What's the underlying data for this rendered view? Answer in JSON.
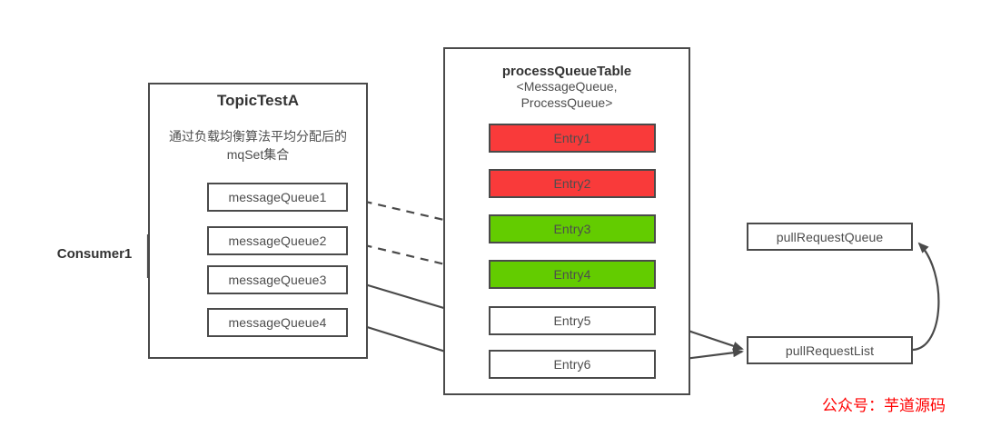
{
  "diagram": {
    "consumer_label": "Consumer1",
    "watermark": "公众号：芋道源码",
    "topic": {
      "title": "TopicTestA",
      "subtitle": "通过负载均衡算法平均分配后的\nmqSet集合",
      "queues": [
        {
          "label": "messageQueue1"
        },
        {
          "label": "messageQueue2"
        },
        {
          "label": "messageQueue3"
        },
        {
          "label": "messageQueue4"
        }
      ]
    },
    "process_queue_table": {
      "title": "processQueueTable",
      "generic": "<MessageQueue,\nProcessQueue>",
      "entries": [
        {
          "label": "Entry1",
          "color": "#f93a3a",
          "state": "red"
        },
        {
          "label": "Entry2",
          "color": "#f93a3a",
          "state": "red"
        },
        {
          "label": "Entry3",
          "color": "#63cc00",
          "state": "green"
        },
        {
          "label": "Entry4",
          "color": "#63cc00",
          "state": "green"
        },
        {
          "label": "Entry5",
          "color": "#ffffff",
          "state": "white"
        },
        {
          "label": "Entry6",
          "color": "#ffffff",
          "state": "white"
        }
      ]
    },
    "pull_request": {
      "queue_label": "pullRequestQueue",
      "list_label": "pullRequestList"
    },
    "colors": {
      "stroke": "#4a4a4a",
      "text": "#4d4d4d",
      "red": "#f93a3a",
      "green": "#63cc00",
      "watermark": "#ff0000"
    }
  }
}
